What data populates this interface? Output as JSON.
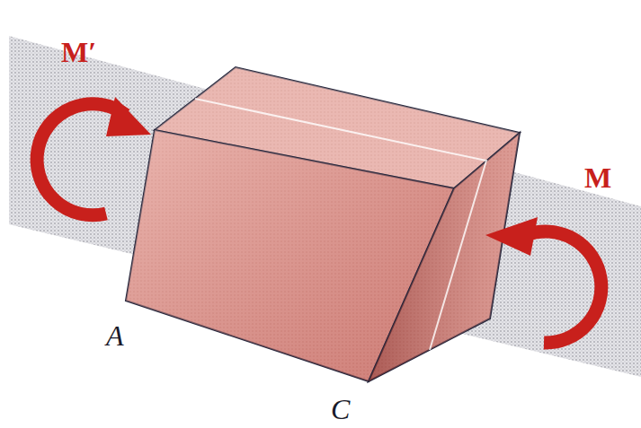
{
  "diagram": {
    "labels": [
      "M′",
      "M",
      "A",
      "C"
    ]
  }
}
